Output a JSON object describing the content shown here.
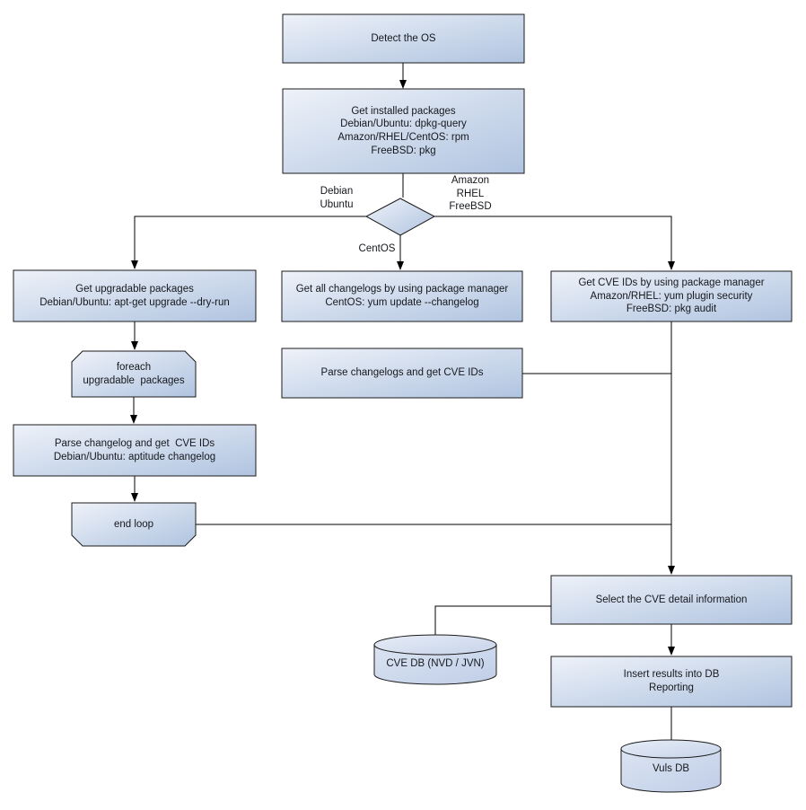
{
  "diagram": {
    "nodes": {
      "detect_os": "Detect the OS",
      "get_installed": "Get installed packages\nDebian/Ubuntu: dpkg-query\nAmazon/RHEL/CentOS: rpm\nFreeBSD: pkg",
      "get_upgradable": "Get upgradable packages\nDebian/Ubuntu: apt-get upgrade --dry-run",
      "foreach_loop": "foreach\nupgradable  packages",
      "parse_changelog": "Parse changelog and get  CVE IDs\nDebian/Ubuntu: aptitude changelog",
      "end_loop": "end loop",
      "get_all_changelogs": "Get all changelogs by using package manager\nCentOS: yum update --changelog",
      "parse_changelogs": "Parse changelogs and get CVE IDs",
      "get_cve_ids": "Get CVE IDs by using package manager\nAmazon/RHEL: yum plugin security\nFreeBSD: pkg audit",
      "select_cve_detail": "Select the CVE detail information",
      "cve_db": "CVE DB (NVD / JVN)",
      "insert_results": "Insert results into DB\nReporting",
      "vuls_db": "Vuls DB"
    },
    "branch_labels": {
      "left": "Debian\nUbuntu",
      "right": "Amazon\nRHEL\nFreeBSD",
      "bottom": "CentOS"
    },
    "colors": {
      "node_fill_light": "#eef2f9",
      "node_fill_dark": "#b0c4e0",
      "cylinder_fill_light": "#dbe4f2",
      "cylinder_fill_dark": "#c0cee7",
      "border": "#1b1b1b",
      "connector": "#000000",
      "text": "#16181d",
      "background": "#ffffff"
    }
  }
}
